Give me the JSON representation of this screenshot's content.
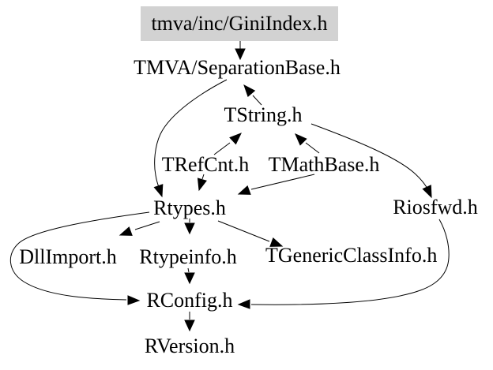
{
  "diagram": {
    "kind": "include-dependency-graph",
    "nodes": {
      "gini": {
        "label": "tmva/inc/GiniIndex.h",
        "highlighted": true
      },
      "sep": {
        "label": "TMVA/SeparationBase.h"
      },
      "tstring": {
        "label": "TString.h"
      },
      "trefcnt": {
        "label": "TRefCnt.h"
      },
      "tmathbase": {
        "label": "TMathBase.h"
      },
      "rtypes": {
        "label": "Rtypes.h"
      },
      "riosfwd": {
        "label": "Riosfwd.h"
      },
      "dllimport": {
        "label": "DllImport.h"
      },
      "rtypeinfo": {
        "label": "Rtypeinfo.h"
      },
      "tgeneric": {
        "label": "TGenericClassInfo.h"
      },
      "rconfig": {
        "label": "RConfig.h"
      },
      "rversion": {
        "label": "RVersion.h"
      }
    },
    "edges": [
      {
        "from": "gini",
        "to": "sep"
      },
      {
        "from": "tstring",
        "to": "sep"
      },
      {
        "from": "sep",
        "to": "rtypes"
      },
      {
        "from": "trefcnt",
        "to": "tstring"
      },
      {
        "from": "tmathbase",
        "to": "tstring"
      },
      {
        "from": "trefcnt",
        "to": "rtypes"
      },
      {
        "from": "tmathbase",
        "to": "rtypes"
      },
      {
        "from": "tstring",
        "to": "riosfwd"
      },
      {
        "from": "rtypes",
        "to": "dllimport"
      },
      {
        "from": "rtypes",
        "to": "rtypeinfo"
      },
      {
        "from": "rtypes",
        "to": "tgeneric"
      },
      {
        "from": "rtypes",
        "to": "rconfig"
      },
      {
        "from": "riosfwd",
        "to": "rconfig"
      },
      {
        "from": "rtypeinfo",
        "to": "rconfig"
      },
      {
        "from": "rconfig",
        "to": "rversion"
      }
    ],
    "colors": {
      "background": "#ffffff",
      "text": "#000000",
      "edge": "#000000",
      "highlight_bg": "#d2d2d2"
    }
  }
}
